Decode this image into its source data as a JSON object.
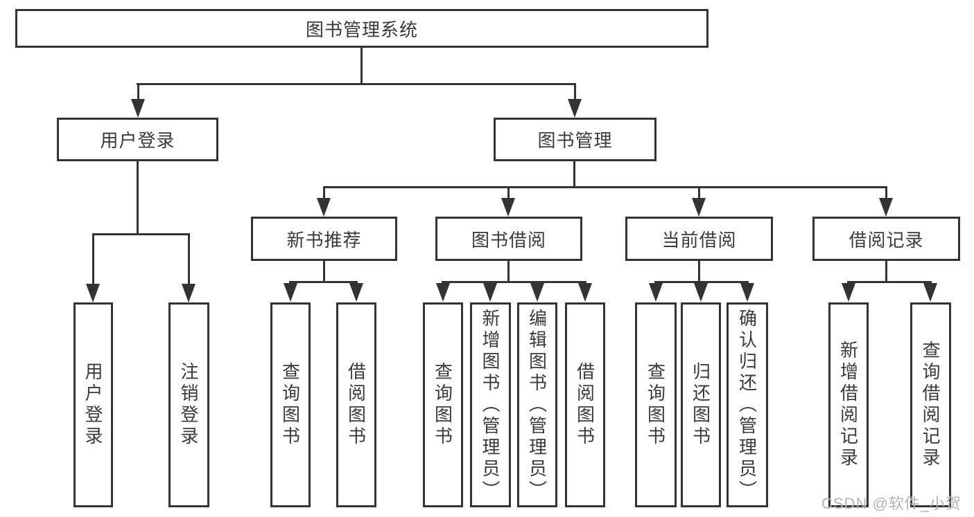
{
  "palette": {
    "line": "#333333",
    "text": "#3a3a3a",
    "bg": "#ffffff",
    "watermark_color": "#b3b3b3"
  },
  "diagram_type": "hierarchy-tree",
  "tree": {
    "label": "图书管理系统",
    "children": [
      {
        "label": "用户登录",
        "children": [
          {
            "label": "用户登录"
          },
          {
            "label": "注销登录"
          }
        ]
      },
      {
        "label": "图书管理",
        "children": [
          {
            "label": "新书推荐",
            "children": [
              {
                "label": "查询图书"
              },
              {
                "label": "借阅图书"
              }
            ]
          },
          {
            "label": "图书借阅",
            "children": [
              {
                "label": "查询图书"
              },
              {
                "label": "新增图书（管理员）"
              },
              {
                "label": "编辑图书（管理员）"
              },
              {
                "label": "借阅图书"
              }
            ]
          },
          {
            "label": "当前借阅",
            "children": [
              {
                "label": "查询图书"
              },
              {
                "label": "归还图书"
              },
              {
                "label": "确认归还（管理员）"
              }
            ]
          },
          {
            "label": "借阅记录",
            "children": [
              {
                "label": "新增借阅记录"
              },
              {
                "label": "查询借阅记录"
              }
            ]
          }
        ]
      }
    ]
  },
  "watermark": {
    "text": "CSDN @软件_小贺同学"
  }
}
